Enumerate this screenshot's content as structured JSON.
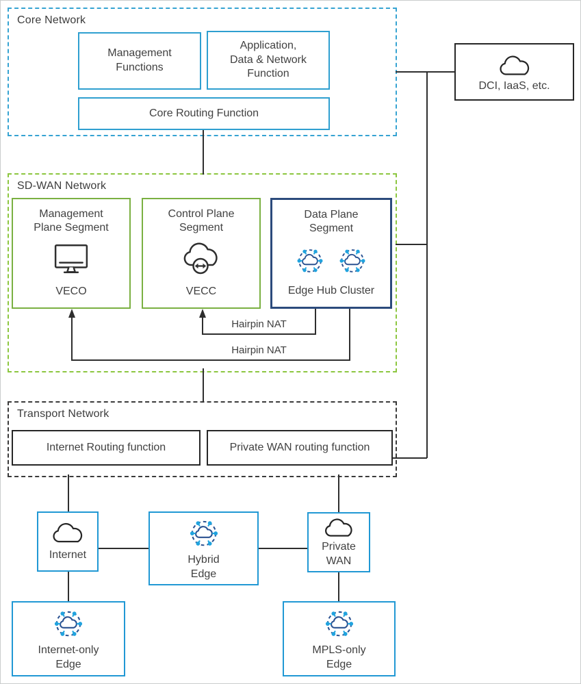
{
  "core_network": {
    "title": "Core Network",
    "boxes": {
      "management_functions": "Management\nFunctions",
      "app_data_network": "Application,\nData & Network\nFunction",
      "core_routing": "Core Routing Function"
    }
  },
  "dci_box": {
    "label": "DCI, IaaS, etc.",
    "icon": "cloud-icon"
  },
  "sdwan_network": {
    "title": "SD-WAN Network",
    "management_plane": {
      "title": "Management\nPlane Segment",
      "name": "VECO",
      "icon": "monitor-icon"
    },
    "control_plane": {
      "title": "Control Plane\nSegment",
      "name": "VECC",
      "icon": "cloud-sync-icon"
    },
    "data_plane": {
      "title": "Data Plane\nSegment",
      "name": "Edge Hub Cluster",
      "icon": "edge-cluster-icon"
    },
    "hairpin_labels": [
      "Hairpin NAT",
      "Hairpin NAT"
    ]
  },
  "transport_network": {
    "title": "Transport Network",
    "internet_routing": "Internet Routing function",
    "private_wan_routing": "Private WAN routing function"
  },
  "access_layer": {
    "internet": {
      "label": "Internet",
      "icon": "cloud-icon"
    },
    "hybrid_edge": {
      "label": "Hybrid\nEdge",
      "icon": "edge-cluster-icon"
    },
    "private_wan": {
      "label": "Private\nWAN",
      "icon": "cloud-icon"
    },
    "internet_only_edge": {
      "label": "Internet-only\nEdge",
      "icon": "edge-cluster-icon"
    },
    "mpls_only_edge": {
      "label": "MPLS-only\nEdge",
      "icon": "edge-cluster-icon"
    }
  },
  "colors": {
    "core_dashed_blue": "#35a3d2",
    "core_box_blue": "#2e9fd0",
    "sdwan_dashed_green": "#8cc63f",
    "segment_green": "#7ab041",
    "data_plane_navy": "#2c4b7c",
    "access_box_blue": "#2098d4",
    "connector_line": "#2e2e2e",
    "text": "#3e3e3e",
    "cluster_icon_blue": "#2b5291",
    "cluster_icon_cyan": "#21a3de"
  }
}
